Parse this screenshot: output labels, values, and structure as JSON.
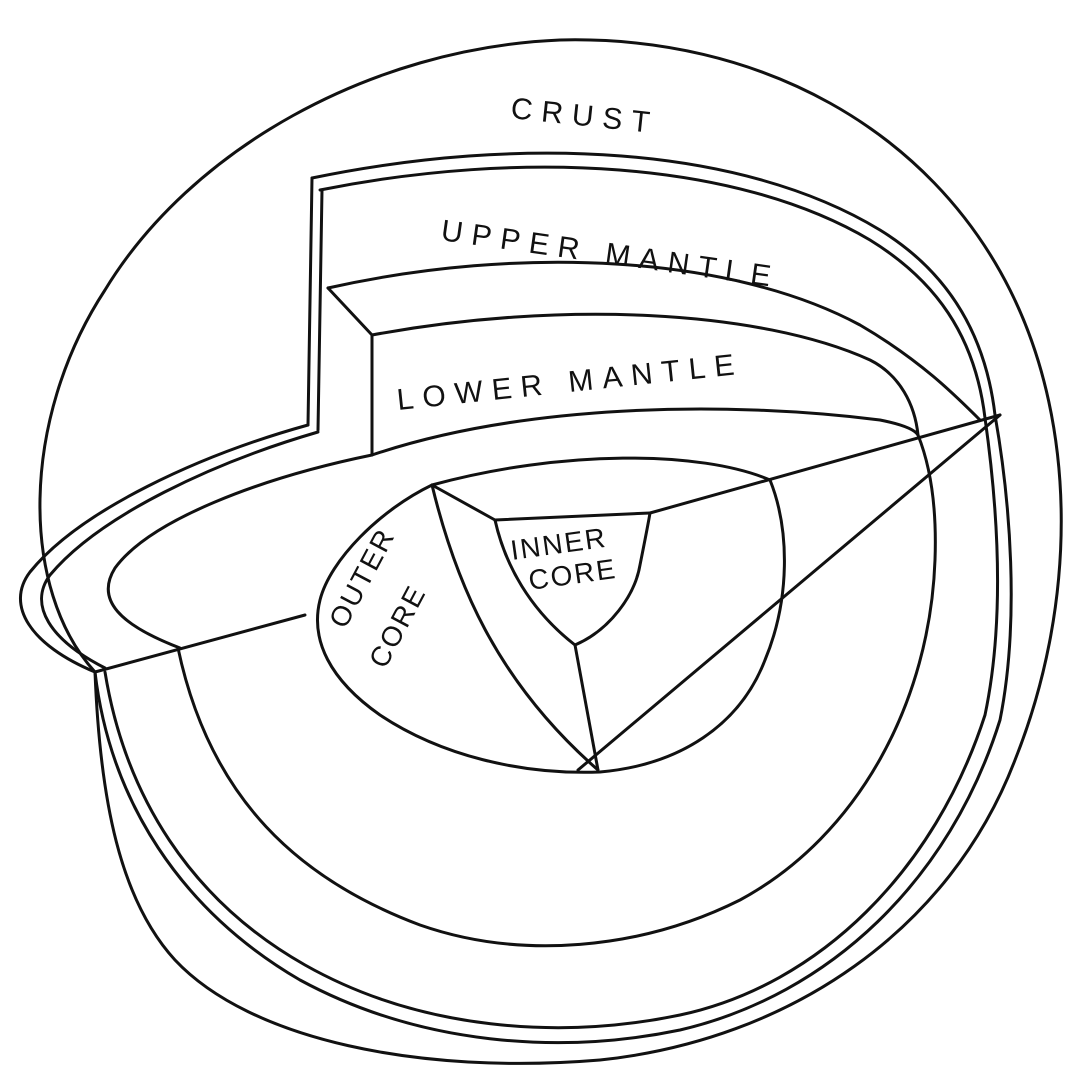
{
  "labels": {
    "crust": "CRUST",
    "upper_mantle": "UPPER MANTLE",
    "lower_mantle": "LOWER MANTLE",
    "outer_core_line1": "OUTER",
    "outer_core_line2": "CORE",
    "inner_core_line1": "INNER",
    "inner_core_line2": "CORE"
  }
}
